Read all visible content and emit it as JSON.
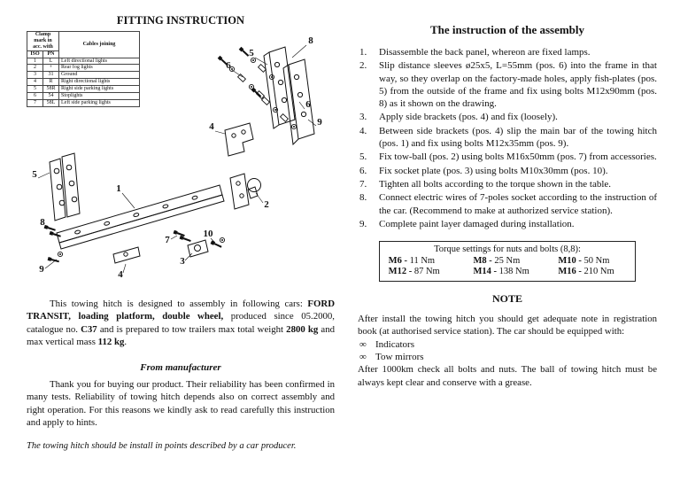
{
  "left": {
    "title": "FITTING INSTRUCTION",
    "clamp_table": {
      "header_clamp": "Clamp mark in acc. with",
      "header_iso": "ISO",
      "header_pn": "PN",
      "header_cables": "Cables joining",
      "rows": [
        {
          "iso": "1",
          "pn": "L",
          "cables": "Left directional lights"
        },
        {
          "iso": "2",
          "pn": "+",
          "cables": "Rear fog lights"
        },
        {
          "iso": "3",
          "pn": "31",
          "cables": "Ground"
        },
        {
          "iso": "4",
          "pn": "R",
          "cables": "Right directional lights"
        },
        {
          "iso": "5",
          "pn": "58R",
          "cables": "Right side parking lights"
        },
        {
          "iso": "6",
          "pn": "54",
          "cables": "Stoplights"
        },
        {
          "iso": "7",
          "pn": "58L",
          "cables": "Left side parking lights"
        }
      ]
    },
    "drawing": {
      "callouts": [
        "8",
        "5",
        "6",
        "6",
        "9",
        "4",
        "5",
        "1",
        "2",
        "8",
        "7",
        "10",
        "3",
        "9",
        "4"
      ]
    },
    "car_paragraph": {
      "p1": "This towing hitch is designed to assembly in following cars: ",
      "b1": "FORD TRANSIT, loading platform, double wheel,",
      "p2": " produced since 05.2000, catalogue no. ",
      "b2": "C37",
      "p3": " and is prepared to tow trailers max total weight ",
      "b3": "2800 kg",
      "p4": " and max vertical mass ",
      "b4": "112 kg",
      "p5": "."
    },
    "from_manufacturer_title": "From manufacturer",
    "manufacturer_text": "Thank you for buying our product. Their reliability has been confirmed in many tests. Reliability of towing hitch depends also on correct assembly and right operation. For this reasons we kindly ask to read carefully this instruction and apply to hints.",
    "footer_note": "The towing hitch should be install in points described by a car producer."
  },
  "right": {
    "title": "The instruction of the assembly",
    "steps": [
      {
        "n": "1.",
        "text": "Disassemble the back panel, whereon are fixed lamps."
      },
      {
        "n": "2.",
        "text": "Slip distance sleeves ø25x5, L=55mm (pos. 6) into the frame in that way, so they overlap on the factory-made holes, apply fish-plates (pos. 5) from the outside of the frame and fix using bolts M12x90mm (pos. 8) as it shown on the drawing."
      },
      {
        "n": "3.",
        "text": "Apply side brackets (pos. 4) and fix (loosely)."
      },
      {
        "n": "4.",
        "text": "Between side brackets (pos. 4) slip the main bar of the towing hitch (pos. 1) and fix using bolts M12x35mm (pos. 9)."
      },
      {
        "n": "5.",
        "text": "Fix tow-ball (pos. 2) using bolts M16x50mm (pos. 7) from accessories."
      },
      {
        "n": "6.",
        "text": "Fix socket plate (pos. 3) using bolts M10x30mm (pos. 10)."
      },
      {
        "n": "7.",
        "text": "Tighten all bolts according to the torque shown in the table."
      },
      {
        "n": "8.",
        "text": "Connect electric wires of 7-poles socket according to the instruction of the car. (Recommend to make at authorized service station)."
      },
      {
        "n": "9.",
        "text": "Complete paint layer damaged during installation."
      }
    ],
    "torque_box": {
      "title": "Torque settings for nuts and bolts (8,8):",
      "entries": [
        {
          "label": "M6 -",
          "value": " 11 Nm"
        },
        {
          "label": "M8 -",
          "value": " 25 Nm"
        },
        {
          "label": "M10 -",
          "value": " 50 Nm"
        },
        {
          "label": "M12 -",
          "value": " 87 Nm"
        },
        {
          "label": "M14 -",
          "value": " 138 Nm"
        },
        {
          "label": "M16 -",
          "value": " 210 Nm"
        }
      ]
    },
    "note_title": "NOTE",
    "note_intro": "After install the towing hitch you should get adequate note in registration book (at authorised service station). The car should be equipped with:",
    "bullets": [
      {
        "marker": "∞",
        "text": "Indicators"
      },
      {
        "marker": "∞",
        "text": "Tow mirrors"
      }
    ],
    "note_outro": "After 1000km check all bolts and nuts. The ball of towing hitch must be always kept clear and conserve with a grease."
  }
}
